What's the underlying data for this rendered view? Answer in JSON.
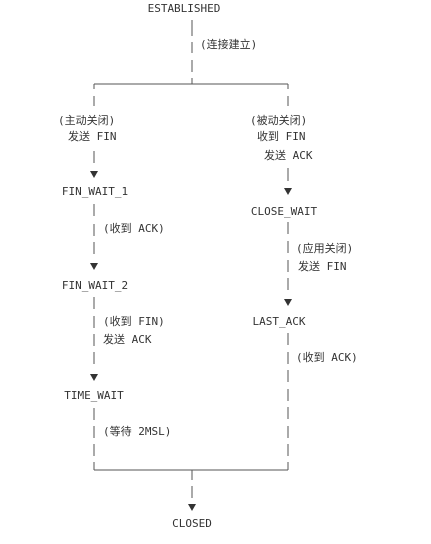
{
  "states": {
    "established": "ESTABLISHED",
    "fin_wait_1": "FIN_WAIT_1",
    "fin_wait_2": "FIN_WAIT_2",
    "time_wait": "TIME_WAIT",
    "close_wait": "CLOSE_WAIT",
    "last_ack": "LAST_ACK",
    "closed": "CLOSED"
  },
  "notes": {
    "connection_established": "(连接建立)",
    "active_close": "(主动关闭)",
    "send_fin_left": "发送 FIN",
    "passive_close": "(被动关闭)",
    "recv_fin_right": "收到 FIN",
    "send_ack_right": "发送 ACK",
    "recv_ack_1": "(收到 ACK)",
    "app_close": "(应用关闭)",
    "send_fin_right": "发送 FIN",
    "recv_fin_left": "(收到 FIN)",
    "send_ack_left": "发送 ACK",
    "recv_ack_2": "(收到 ACK)",
    "wait_2msl": "(等待 2MSL)"
  },
  "colors": {
    "text": "#333333",
    "line": "#555555"
  }
}
